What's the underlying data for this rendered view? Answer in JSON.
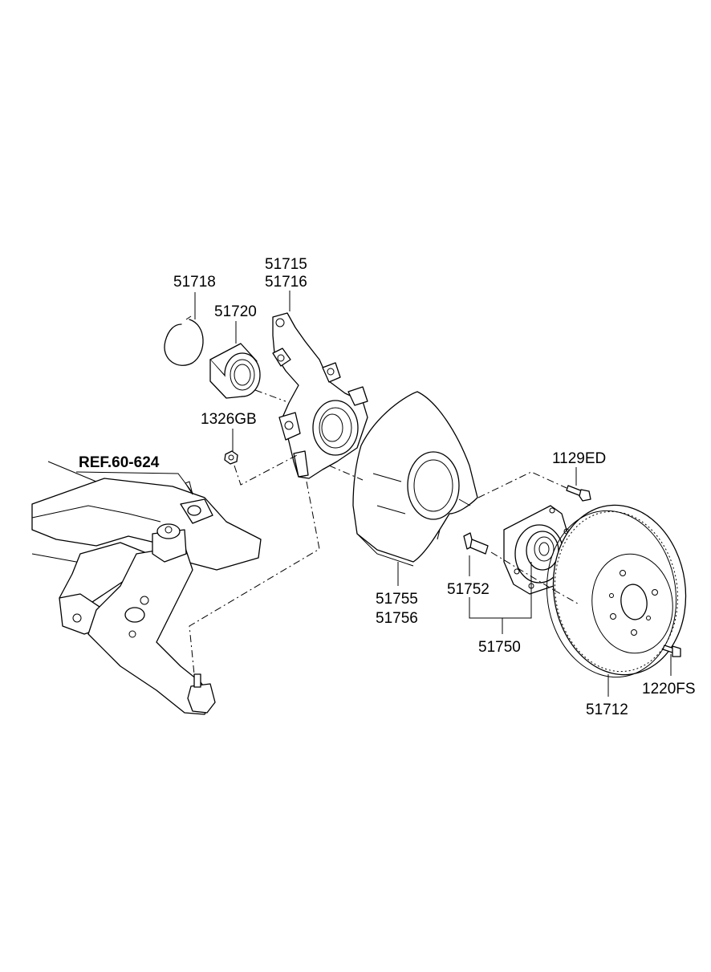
{
  "labels": {
    "snap_ring": "51718",
    "knuckle_a": "51715",
    "knuckle_b": "51716",
    "bearing": "51720",
    "nut": "1326GB",
    "reference": "REF.60-624",
    "bolt": "1129ED",
    "dust_cover_a": "51755",
    "dust_cover_b": "51756",
    "hub_bolt": "51752",
    "hub_assembly": "51750",
    "disc": "51712",
    "screw": "1220FS"
  }
}
